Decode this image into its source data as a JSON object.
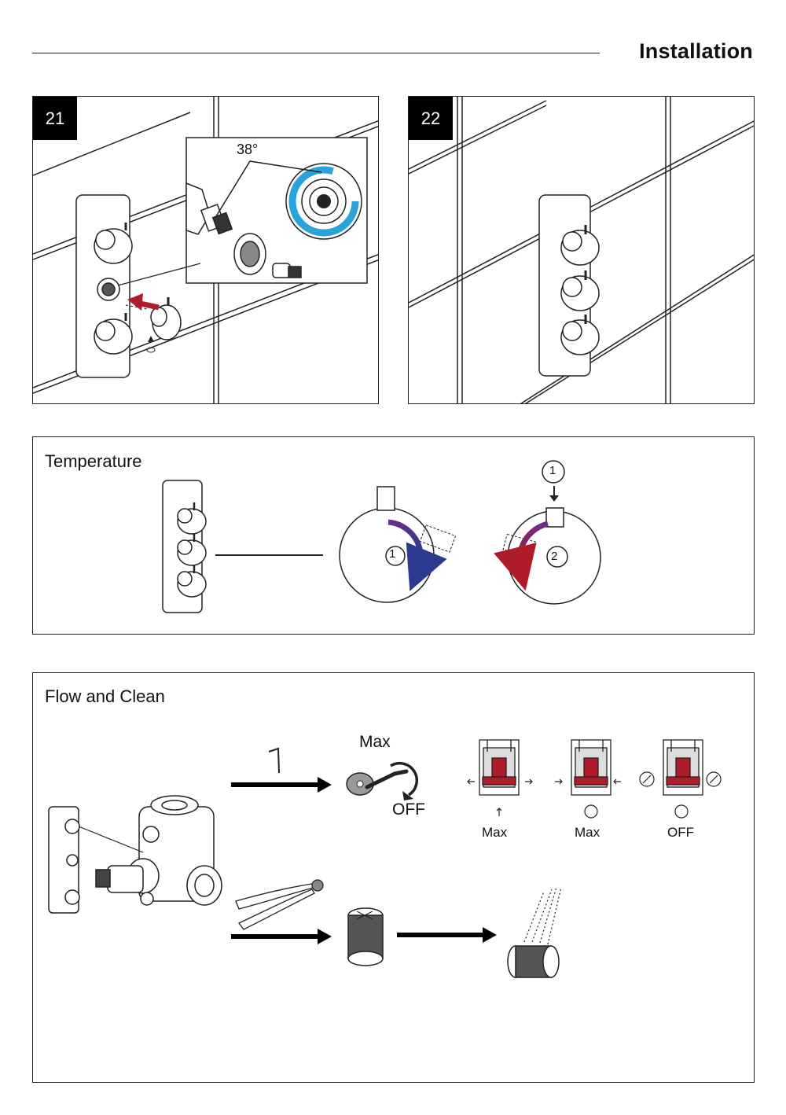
{
  "page": {
    "title": "Installation"
  },
  "steps": [
    {
      "number": "21",
      "angle_label": "38°"
    },
    {
      "number": "22"
    }
  ],
  "temperature": {
    "title": "Temperature",
    "marker_1": "1",
    "marker_2": "2"
  },
  "flow_clean": {
    "title": "Flow and Clean",
    "handle_max": "Max",
    "handle_off": "OFF",
    "cartridge_labels": [
      "Max",
      "Max",
      "OFF"
    ]
  },
  "colors": {
    "accent_red": "#b01b2a",
    "accent_blue": "#2aa3d8",
    "accent_purple": "#6a2c8a"
  }
}
